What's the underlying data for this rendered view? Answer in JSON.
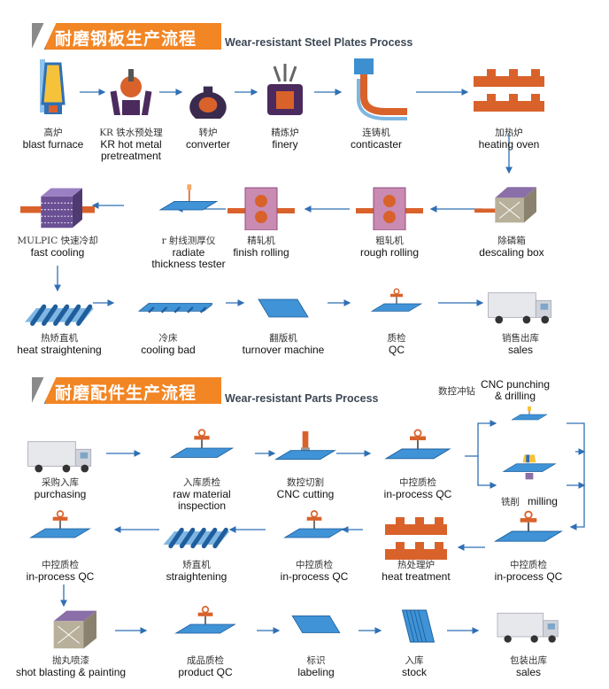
{
  "steel": {
    "title_cn": "耐磨钢板生产流程",
    "title_en": "Wear-resistant Steel Plates Process",
    "steps": [
      {
        "cn": "高炉",
        "en": "blast furnace",
        "icon": "blast-furnace-icon"
      },
      {
        "cn": "KR 铁水预处理",
        "en": "KR hot metal\npretreatment",
        "icon": "kr-pretreatment-icon"
      },
      {
        "cn": "转炉",
        "en": "converter",
        "icon": "converter-icon"
      },
      {
        "cn": "精炼炉",
        "en": "finery",
        "icon": "finery-icon"
      },
      {
        "cn": "连铸机",
        "en": "conticaster",
        "icon": "conticaster-icon"
      },
      {
        "cn": "加热炉",
        "en": "heating oven",
        "icon": "heating-oven-icon"
      },
      {
        "cn": "除磷箱",
        "en": "descaling box",
        "icon": "descaling-box-icon"
      },
      {
        "cn": "粗轧机",
        "en": "rough rolling",
        "icon": "rolling-mill-icon"
      },
      {
        "cn": "精轧机",
        "en": "finish rolling",
        "icon": "rolling-mill-icon"
      },
      {
        "cn": "r 射线测厚仪",
        "en": "radiate\nthickness tester",
        "icon": "thickness-tester-icon"
      },
      {
        "cn": "MULPIC 快速冷却",
        "en": "fast cooling",
        "icon": "cooling-box-icon"
      },
      {
        "cn": "热矫直机",
        "en": "heat straightening",
        "icon": "rollers-icon"
      },
      {
        "cn": "冷床",
        "en": "cooling bad",
        "icon": "cooling-bed-icon"
      },
      {
        "cn": "翻版机",
        "en": "turnover machine",
        "icon": "plate-icon"
      },
      {
        "cn": "质检",
        "en": "QC",
        "icon": "qc-probe-icon"
      },
      {
        "cn": "销售出库",
        "en": "sales",
        "icon": "truck-icon"
      }
    ]
  },
  "parts": {
    "title_cn": "耐磨配件生产流程",
    "title_en": "Wear-resistant Parts Process",
    "steps": [
      {
        "cn": "采购入库",
        "en": "purchasing",
        "icon": "truck-icon"
      },
      {
        "cn": "入库质检",
        "en": "raw material\ninspection",
        "icon": "qc-probe-icon"
      },
      {
        "cn": "数控切割",
        "en": "CNC cutting",
        "icon": "cnc-cutter-icon"
      },
      {
        "cn": "中控质检",
        "en": "in-process QC",
        "icon": "qc-probe-icon"
      },
      {
        "cn": "数控冲钻",
        "en": "CNC punching\n& drilling",
        "icon": "drill-icon"
      },
      {
        "cn": "铣削",
        "en": "milling",
        "icon": "milling-icon"
      },
      {
        "cn": "中控质检",
        "en": "in-process QC",
        "icon": "qc-probe-icon"
      },
      {
        "cn": "热处理炉",
        "en": "heat treatment",
        "icon": "heat-treatment-furnace-icon"
      },
      {
        "cn": "中控质检",
        "en": "in-process QC",
        "icon": "qc-probe-icon"
      },
      {
        "cn": "矫直机",
        "en": "straightening",
        "icon": "rollers-icon"
      },
      {
        "cn": "中控质检",
        "en": "in-process QC",
        "icon": "qc-probe-icon"
      },
      {
        "cn": "抛丸喷漆",
        "en": "shot blasting & painting",
        "icon": "shot-blasting-box-icon"
      },
      {
        "cn": "成品质检",
        "en": "product QC",
        "icon": "qc-probe-icon"
      },
      {
        "cn": "标识",
        "en": "labeling",
        "icon": "plate-icon"
      },
      {
        "cn": "入库",
        "en": "stock",
        "icon": "stacked-plates-icon"
      },
      {
        "cn": "包装出库",
        "en": "sales",
        "icon": "truck-icon"
      }
    ]
  },
  "colors": {
    "accent": "#f28524",
    "arrow": "#2f6fb5",
    "plate": "#3f93d6",
    "orange": "#d9622b",
    "purple": "#8a6fa8"
  }
}
